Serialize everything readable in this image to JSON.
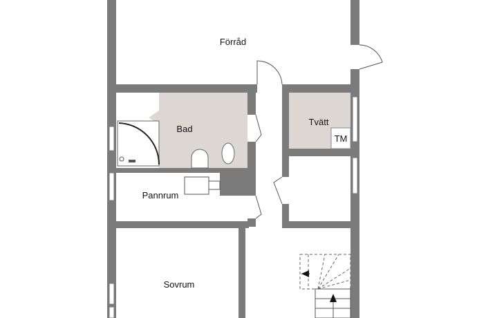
{
  "rooms": {
    "forrad": "Förråd",
    "bad": "Bad",
    "tvatt": "Tvätt",
    "tm": "TM",
    "pannrum": "Pannrum",
    "sovrum": "Sovrum"
  },
  "colors": {
    "wall": "#7b7b7b",
    "wet_floor": "#dcd7d3"
  }
}
